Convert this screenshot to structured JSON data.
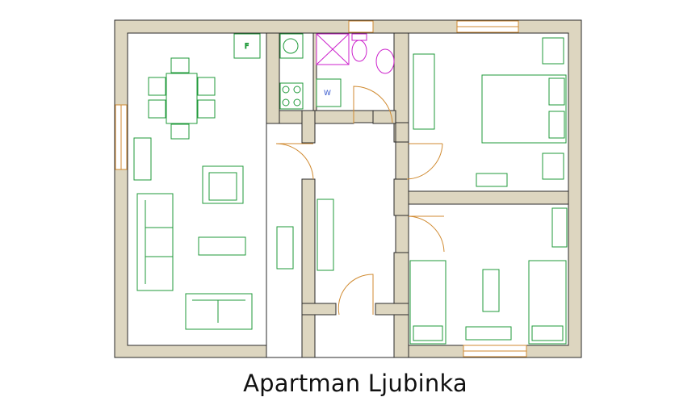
{
  "title": "Apartman Ljubinka",
  "appliance_labels": {
    "fridge": "F",
    "washer": "W"
  },
  "colors": {
    "wall_fill": "#ddd6c0",
    "wall_outline": "#2a2a2a",
    "furniture": "#1f9a3a",
    "sanitary": "#cc22cc",
    "door_arc": "#d08a30",
    "window": "#d08a30",
    "appliance_label": "#3355cc"
  },
  "icons": {
    "door": "quarter-arc-door-swing",
    "window": "double-line-window",
    "bed": "bed-with-pillows",
    "sofa": "sofa",
    "stove": "four-burner-stove",
    "toilet": "toilet",
    "sink": "washbasin",
    "shower": "shower-tray"
  }
}
